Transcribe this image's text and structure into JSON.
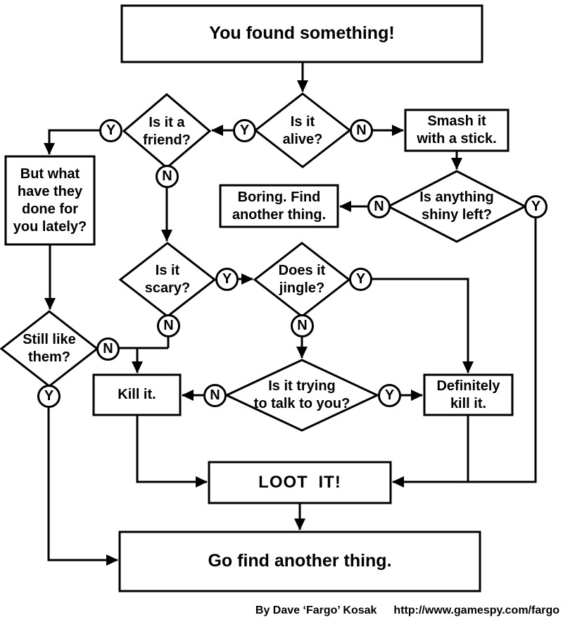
{
  "diagram": {
    "nodes": {
      "start": "You found something!",
      "alive": "Is it\nalive?",
      "friend": "Is it a\nfriend?",
      "smash": "Smash it\nwith a stick.",
      "but_what": "But what\nhave they\ndone for\nyou lately?",
      "shiny": "Is anything\nshiny left?",
      "boring": "Boring. Find\nanother thing.",
      "scary": "Is it\nscary?",
      "jingle": "Does it\njingle?",
      "still_like": "Still like\nthem?",
      "kill": "Kill it.",
      "talk": "Is it trying\nto talk to you?",
      "definitely_kill": "Definitely\nkill it.",
      "loot": "LOOT IT!",
      "go_find": "Go find another thing."
    },
    "labels": {
      "yes": "Y",
      "no": "N"
    },
    "footer": {
      "author": "By Dave ‘Fargo’ Kosak",
      "url": "http://www.gamespy.com/fargo"
    },
    "colors": {
      "ink": "#000000",
      "paper": "#ffffff"
    }
  }
}
